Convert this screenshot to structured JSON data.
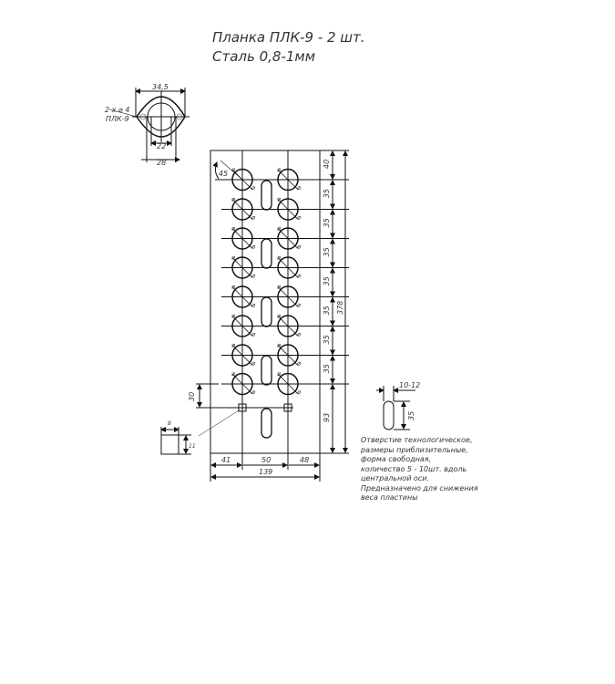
{
  "title": {
    "line1": "Планка ПЛК-9 - 2 шт.",
    "line2": "Сталь 0,8-1мм"
  },
  "flange": {
    "callout_holes": "2 x ⌀ 4",
    "callout_name": "ПЛК-9",
    "dim_width": "34,5",
    "dim_inner": "22",
    "dim_outer": "28"
  },
  "plate": {
    "angle": "45",
    "hole_mark": "⌀",
    "right_dims": [
      "40",
      "35",
      "35",
      "35",
      "35",
      "35",
      "35",
      "35",
      "93"
    ],
    "overall_height": "378",
    "bottom_dims": [
      "41",
      "50",
      "48"
    ],
    "overall_width": "139",
    "left_dim": "30"
  },
  "square_detail": {
    "width": "8",
    "height": "11"
  },
  "slot_detail": {
    "width": "10-12",
    "height": "35"
  },
  "note": {
    "lines": [
      "Отверстие технологическое,",
      "размеры приблизительные,",
      "форма свободная,",
      "количество 5 - 10шт. вдоль",
      "центральной оси.",
      " Предназначено для снижения",
      " веса пластины"
    ]
  }
}
